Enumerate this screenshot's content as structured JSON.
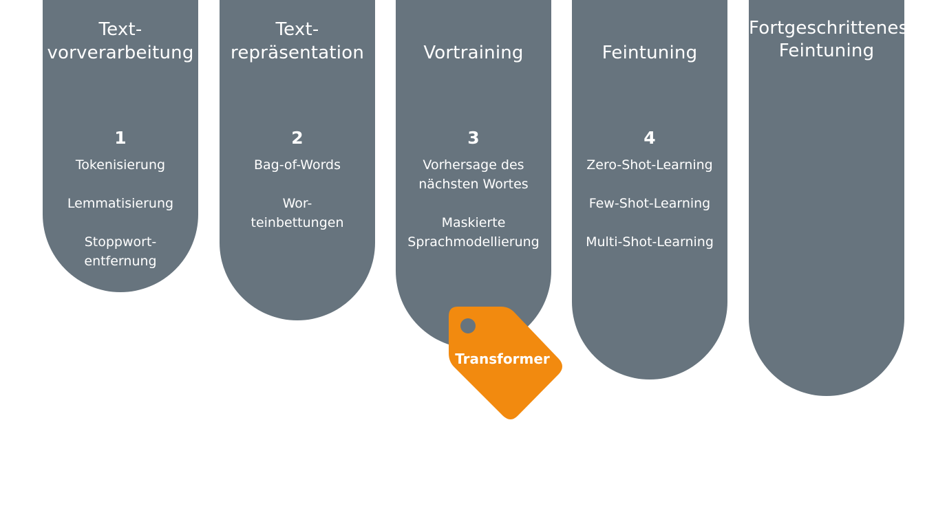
{
  "stages": [
    {
      "title_lines": [
        "Text-",
        "vorverarbeitung"
      ],
      "number": "1",
      "items": [
        [
          "Tokenisierung"
        ],
        [
          "Lemmatisierung"
        ],
        [
          "Stoppwort-",
          "entfernung"
        ]
      ]
    },
    {
      "title_lines": [
        "Text-",
        "repräsentation"
      ],
      "number": "2",
      "items": [
        [
          "Bag-of-Words"
        ],
        [
          "Wor-",
          "teinbettungen"
        ]
      ]
    },
    {
      "title_lines": [
        "Vortraining"
      ],
      "number": "3",
      "items": [
        [
          "Vorhersage des",
          "nächsten Wortes"
        ],
        [
          "Maskierte",
          "Sprachmodellierung"
        ]
      ]
    },
    {
      "title_lines": [
        "Feintuning"
      ],
      "number": "4",
      "items": [
        [
          "Zero-Shot-Learning"
        ],
        [
          "Few-Shot-Learning"
        ],
        [
          "Multi-Shot-Learning"
        ]
      ]
    },
    {
      "title_lines": [
        "Fortgeschrittenes",
        "Feintuning"
      ],
      "number": "",
      "items": []
    }
  ],
  "tag": {
    "label": "Transformer",
    "color": "#f28a0f"
  },
  "colors": {
    "column": "#67747e",
    "background": "#ffffff"
  }
}
